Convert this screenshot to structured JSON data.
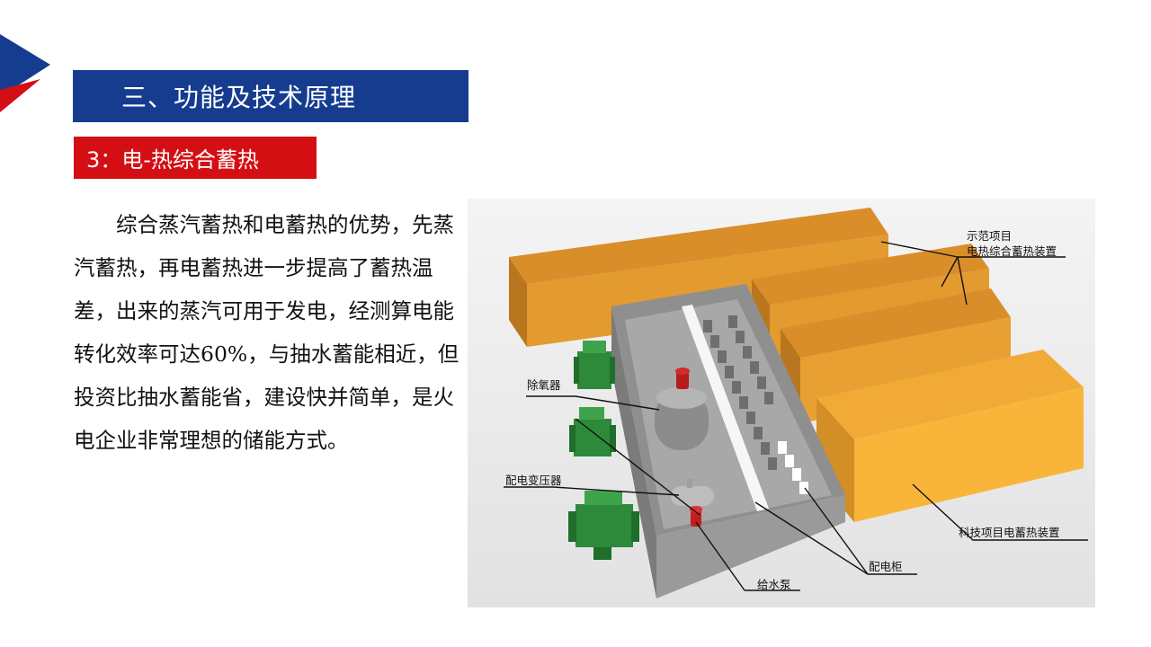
{
  "header": {
    "title": "三、功能及技术原理",
    "subtitle": "3：电-热综合蓄热"
  },
  "body": {
    "paragraph": "综合蒸汽蓄热和电蓄热的优势，先蒸汽蓄热，再电蓄热进一步提高了蓄热温差，出来的蒸汽可用于发电，经测算电能转化效率可达60%，与抽水蓄能相近，但投资比抽水蓄能省，建设快并简单，是火电企业非常理想的储能方式。"
  },
  "figure": {
    "labels": {
      "demo_line1": "示范项目",
      "demo_line2": "电热综合蓄热装置",
      "deaerator": "除氧器",
      "transformer": "配电变压器",
      "feed_pump": "给水泵",
      "cabinet": "配电柜",
      "tech_project": "科技项目电蓄热装置"
    }
  },
  "colors": {
    "title_bar": "#163c8f",
    "subtitle_bar": "#d40f14",
    "storage_orange": "#e7a332",
    "storage_orange_bright": "#f9b53a",
    "transformer_green": "#2d8a3a"
  }
}
